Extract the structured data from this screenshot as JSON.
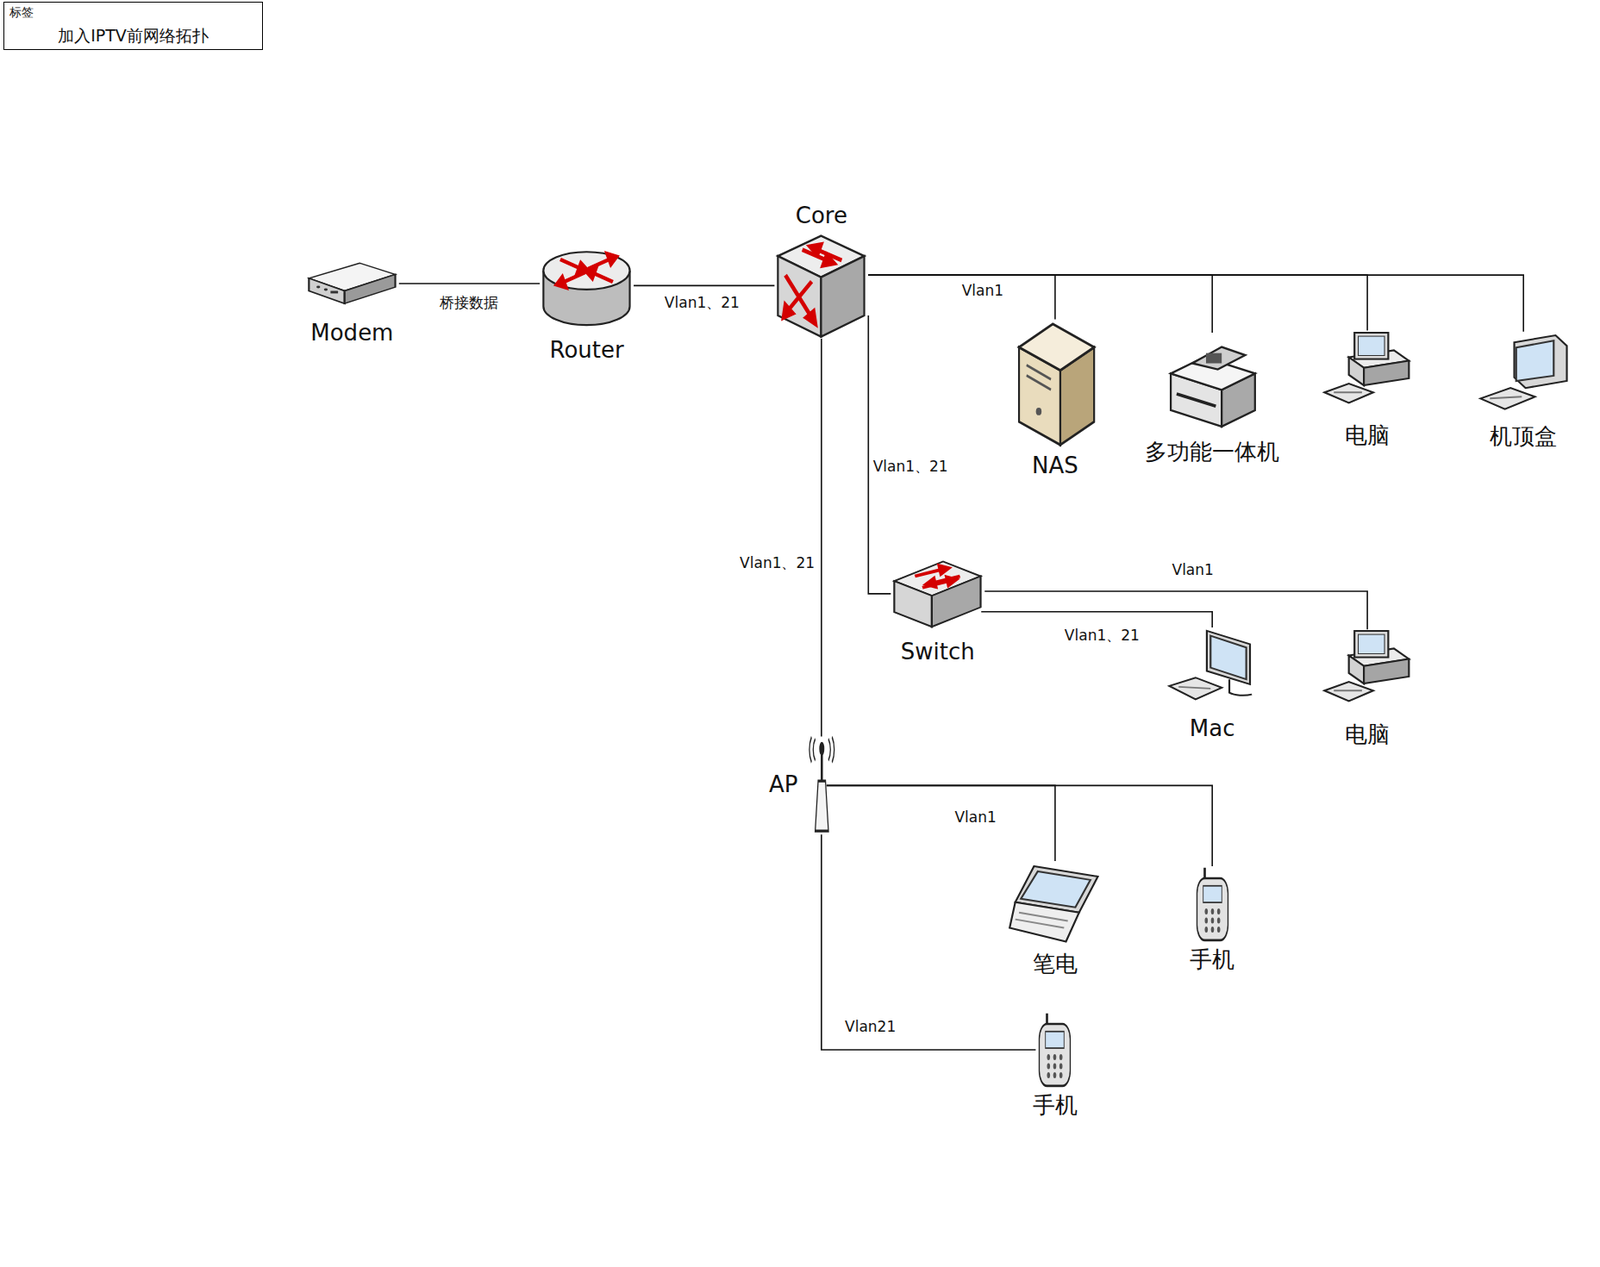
{
  "diagram": {
    "nodes": [
      {
        "text": [
          "标签",
          "加入IPTV前网络拓扑"
        ]
      },
      {
        "text": [
          "Modem"
        ]
      },
      {
        "text": [
          "Router"
        ]
      },
      {
        "text": [
          "Core"
        ]
      },
      {
        "text": [
          "NAS"
        ]
      },
      {
        "text": [
          "多功能一体机"
        ]
      },
      {
        "text": [
          "电脑"
        ]
      },
      {
        "text": [
          "机顶盒"
        ]
      },
      {
        "text": [
          "Switch"
        ]
      },
      {
        "text": [
          "Mac"
        ]
      },
      {
        "text": [
          "电脑"
        ]
      },
      {
        "text": [
          "AP"
        ]
      },
      {
        "text": [
          "笔电"
        ]
      },
      {
        "text": [
          "手机"
        ]
      },
      {
        "text": [
          "手机"
        ]
      }
    ],
    "edges": [
      {
        "from": 1,
        "to": 2,
        "arrow": "none",
        "label": "桥接数据"
      },
      {
        "from": 2,
        "to": 3,
        "arrow": "none",
        "label": "Vlan1、21"
      },
      {
        "from": 3,
        "to": 4,
        "arrow": "none",
        "label": "Vlan1"
      },
      {
        "from": 3,
        "to": 5,
        "arrow": "none"
      },
      {
        "from": 3,
        "to": 6,
        "arrow": "none"
      },
      {
        "from": 3,
        "to": 7,
        "arrow": "none"
      },
      {
        "from": 3,
        "to": 8,
        "arrow": "none",
        "label": "Vlan1、21"
      },
      {
        "from": 3,
        "to": 11,
        "arrow": "none",
        "label": "Vlan1、21"
      },
      {
        "from": 8,
        "to": 9,
        "arrow": "none",
        "label": "Vlan1、21"
      },
      {
        "from": 8,
        "to": 10,
        "arrow": "none",
        "label": "Vlan1"
      },
      {
        "from": 11,
        "to": 12,
        "arrow": "none",
        "label": "Vlan1"
      },
      {
        "from": 11,
        "to": 13,
        "arrow": "none"
      },
      {
        "from": 11,
        "to": 14,
        "arrow": "none",
        "label": "Vlan21"
      }
    ]
  }
}
